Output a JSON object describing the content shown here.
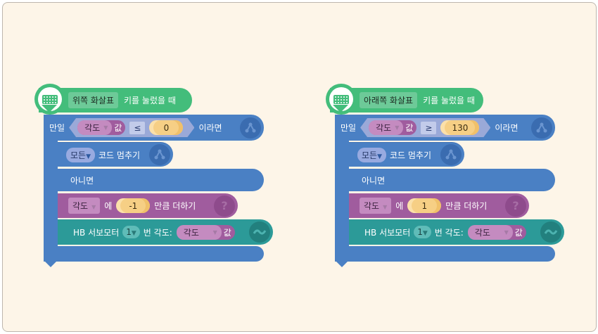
{
  "programs": [
    {
      "key": "위쪽 화살표",
      "event_label": "키를 눌렀을 때",
      "if_label": "만일",
      "var": "각도",
      "value_label": "값",
      "operator": "≤",
      "compare_value": "0",
      "then_label": "이라면",
      "stop_option": "모든",
      "stop_label": "코드 멈추기",
      "else_label": "아니면",
      "change_var": "각도",
      "change_in": "에",
      "change_amount": "-1",
      "change_label": "만큼 더하기",
      "servo_prefix": "HB 서보모터",
      "servo_port": "1",
      "servo_mid": "번 각도:",
      "servo_var": "각도",
      "servo_value_label": "값"
    },
    {
      "key": "아래쪽 화살표",
      "event_label": "키를 눌렀을 때",
      "if_label": "만일",
      "var": "각도",
      "value_label": "값",
      "operator": "≥",
      "compare_value": "130",
      "then_label": "이라면",
      "stop_option": "모든",
      "stop_label": "코드 멈추기",
      "else_label": "아니면",
      "change_var": "각도",
      "change_in": "에",
      "change_amount": "1",
      "change_label": "만큼 더하기",
      "servo_prefix": "HB 서보모터",
      "servo_port": "1",
      "servo_mid": "번 각도:",
      "servo_var": "각도",
      "servo_value_label": "값"
    }
  ],
  "colors": {
    "event": "#43bd7b",
    "flow": "#4a80c4",
    "variable": "#a05c9e",
    "hardware": "#2c9a98"
  }
}
